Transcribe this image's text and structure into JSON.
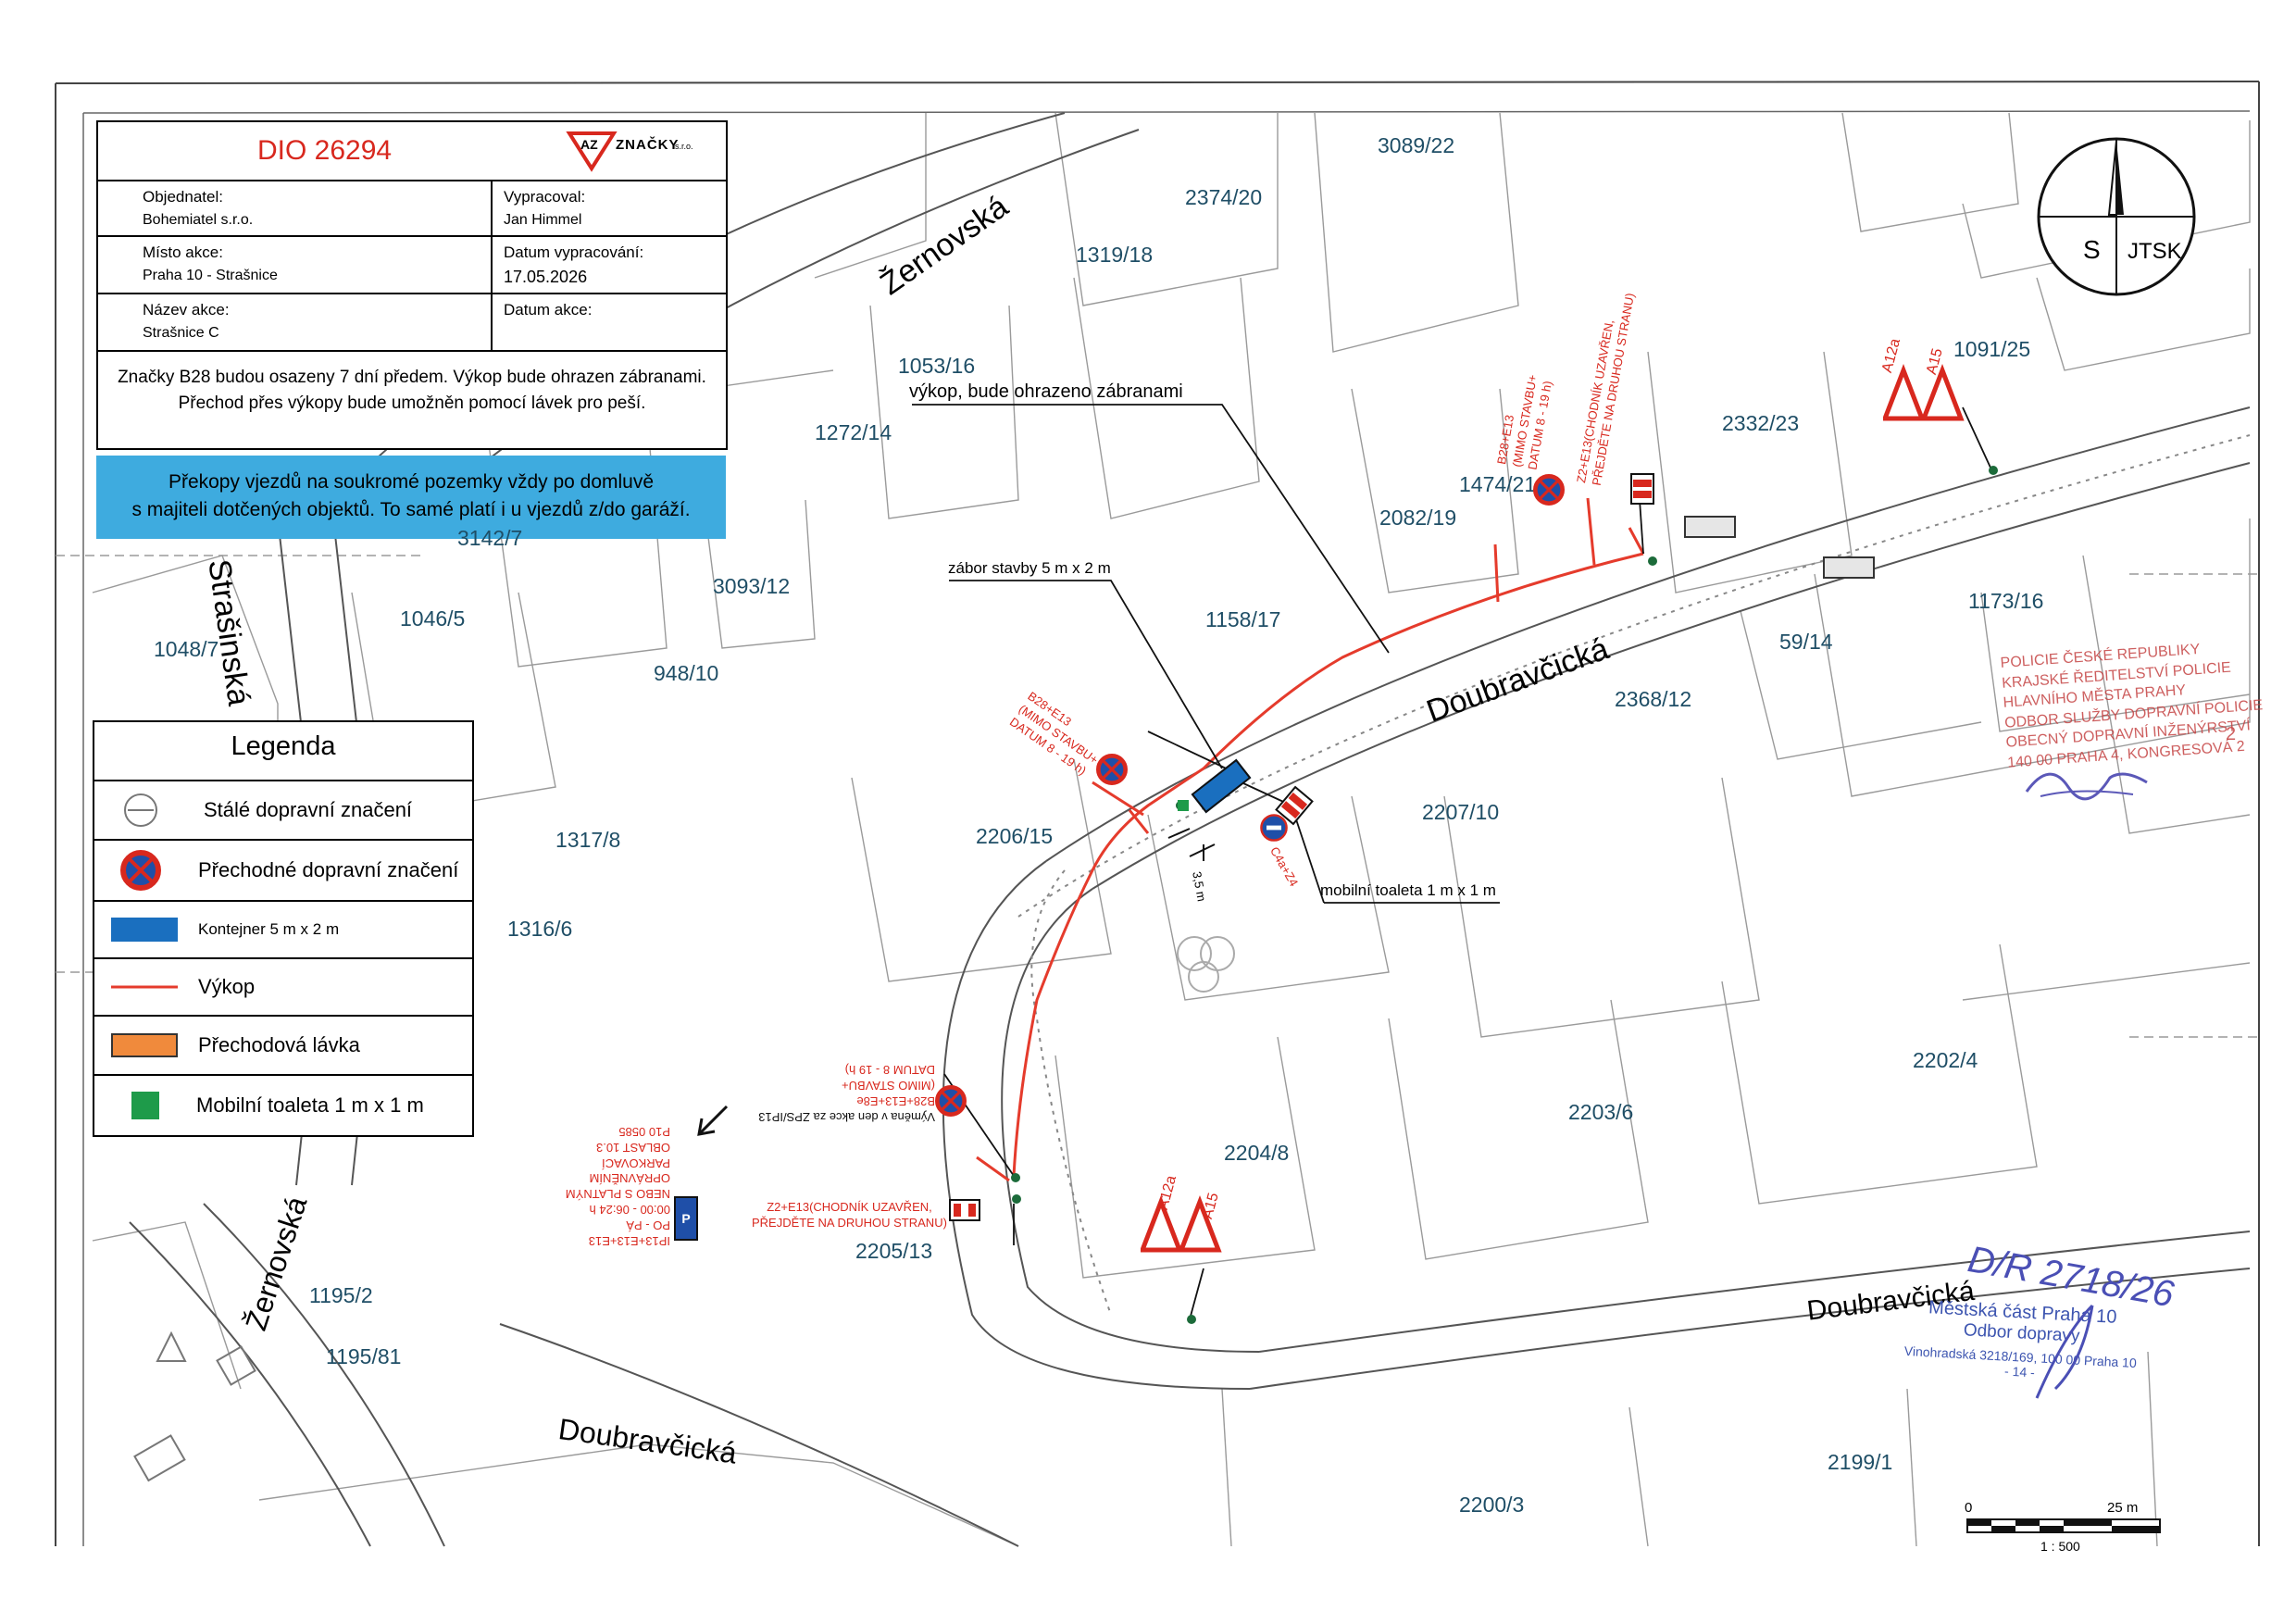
{
  "title_block": {
    "dio_number": "DIO 26294",
    "logo_letters": "AZ",
    "logo_text": "ZNAČKY",
    "logo_suffix": "s.r.o.",
    "ordered_by_label": "Objednatel:",
    "ordered_by_value": "Bohemiatel s.r.o.",
    "prepared_by_label": "Vypracoval:",
    "prepared_by_value": "Jan Himmel",
    "location_label": "Místo akce:",
    "location_value": "Praha 10 - Strašnice",
    "date_prepared_label": "Datum vypracování:",
    "date_prepared_value": "17.05.2026",
    "action_name_label": "Název akce:",
    "action_name_value": "Strašnice C",
    "action_date_label": "Datum akce:",
    "note_line1": "Značky B28 budou osazeny 7 dní předem. Výkop bude ohrazen zábranami.",
    "note_line2": "Přechod přes výkopy bude umožněn pomocí lávek pro peší."
  },
  "blue_note": {
    "line1": "Překopy vjezdů na soukromé pozemky vždy po domluvě",
    "line2": "s majiteli dotčených objektů. To samé platí i u vjezdů  z/do garáží.",
    "color": "#3eabdf"
  },
  "legend": {
    "title": "Legenda",
    "items": [
      {
        "label": "Stálé dopravní značení",
        "icon": "permanent-sign-icon"
      },
      {
        "label": "Přechodné dopravní značení",
        "icon": "temporary-sign-icon"
      },
      {
        "label": "Kontejner 5 m x 2 m",
        "icon": "container-swatch",
        "color": "#1a6fbf"
      },
      {
        "label": "Výkop",
        "icon": "excavation-line",
        "color": "#e53b2c"
      },
      {
        "label": "Přechodová lávka",
        "icon": "footbridge-swatch",
        "color": "#f08a3c"
      },
      {
        "label": "Mobilní toaleta 1 m x 1 m",
        "icon": "toilet-swatch",
        "color": "#1e9b4a"
      }
    ]
  },
  "compass": {
    "north_letter": "S",
    "system": "JTSK"
  },
  "streets": {
    "zernovska_top": "Žernovská",
    "strasinska": "Strašinská",
    "doubravcicka_main": "Doubravčická",
    "doubravcicka_right": "Doubravčická",
    "doubravcicka_bottom": "Doubravčická",
    "zernovska_bottom": "Žernovská"
  },
  "parcels": {
    "p3089_22": "3089/22",
    "p2374_20": "2374/20",
    "p1319_18": "1319/18",
    "p1053_16": "1053/16",
    "p1272_14": "1272/14",
    "p3142_7": "3142/7",
    "p3093_12": "3093/12",
    "p1046_5": "1046/5",
    "p1048_7": "1048/7",
    "p948_10": "948/10",
    "p1158_17": "1158/17",
    "p2082_19": "2082/19",
    "p1474_21": "1474/21",
    "p2332_23": "2332/23",
    "p1091_25": "1091/25",
    "p1173_16": "1173/16",
    "p59_14": "59/14",
    "p2368_12": "2368/12",
    "p2207_10": "2207/10",
    "p2206_15": "2206/15",
    "p1317_8": "1317/8",
    "p1316_6": "1316/6",
    "p2202_4": "2202/4",
    "p2203_6": "2203/6",
    "p2204_8": "2204/8",
    "p2205_13": "2205/13",
    "p1195_2": "1195/2",
    "p1195_81": "1195/81",
    "p2199_1": "2199/1",
    "p2200_3": "2200/3"
  },
  "annotations": {
    "excavation_fenced": "výkop, bude ohrazeno zábranami",
    "construction_zone": "zábor stavby 5 m x 2 m",
    "mobile_toilet": "mobilní toaleta 1 m x 1 m",
    "width_3_5": "3,5 m",
    "sign_a12a": "A12a",
    "sign_a15": "A15"
  },
  "red_notes": {
    "b28_top_1": "B28+E13",
    "b28_top_2": "(MIMO STAVBU+",
    "b28_top_3": "DATUM 8 - 19 h)",
    "z2_top_1": "Z2+E13(CHODNÍK UZAVŘEN,",
    "z2_top_2": "PŘEJDĚTE NA DRUHOU STRANU)",
    "b28_mid_1": "B28+E13",
    "b28_mid_2": "(MIMO STAVBU+",
    "b28_mid_3": "DATUM 8 - 19 h)",
    "c4a": "C4a+Z4",
    "b28_low_1": "Výměna v den akce za ZPS/IP13",
    "b28_low_2": "B28+E13+E8e",
    "b28_low_3": "(MIMO STAVBU+",
    "b28_low_4": "DATUM 8 - 19 h)",
    "ip13_1": "IP13+E13+E13",
    "ip13_2": "PO - PÁ",
    "ip13_3": "00:00 - 06:24 h",
    "ip13_4": "NEBO S PLATNÝM",
    "ip13_5": "OPRÁVNĚNÍM",
    "ip13_6": "PARKOVACÍ",
    "ip13_7": "OBLAST 10.3",
    "ip13_8": "P10 0585",
    "z2_low_1": "Z2+E13(CHODNÍK UZAVŘEN,",
    "z2_low_2": "PŘEJDĚTE NA DRUHOU STRANU)"
  },
  "police_stamp": {
    "line1": "POLICIE ČESKÉ REPUBLIKY",
    "line2": "KRAJSKÉ ŘEDITELSTVÍ POLICIE",
    "line3": "HLAVNÍHO MĚSTA PRAHY",
    "line4": "ODBOR SLUŽBY DOPRAVNÍ POLICIE",
    "line5": "OBECNÝ DOPRAVNÍ INŽENÝRSTVÍ",
    "line6": "140 00 PRAHA 4, KONGRESOVÁ 2",
    "number": "2"
  },
  "municipal_stamp": {
    "handwritten": "D/R 2718/26",
    "line1": "Městská část Praha 10",
    "line2": "Odbor dopravy",
    "line3": "Vinohradská 3218/169, 100 00 Praha 10",
    "line4": "- 14 -"
  },
  "scale": {
    "zero": "0",
    "length": "25 m",
    "ratio": "1 : 500"
  }
}
